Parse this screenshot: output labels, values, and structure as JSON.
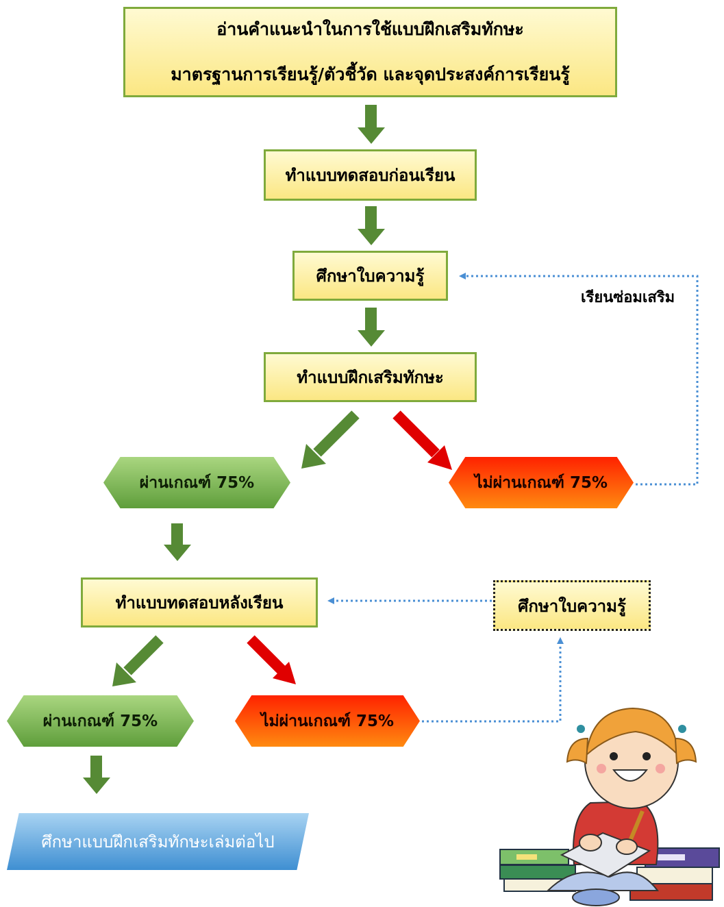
{
  "flow": {
    "top_line1": "อ่านคำแนะนำในการใช้แบบฝึกเสริมทักษะ",
    "top_line2": "มาตรฐานการเรียนรู้/ตัวชี้วัด และจุดประสงค์การเรียนรู้",
    "pretest": "ทำแบบทดสอบก่อนเรียน",
    "study_sheet": "ศึกษาใบความรู้",
    "practice": "ทำแบบฝึกเสริมทักษะ",
    "pass1": "ผ่านเกณฑ์ 75%",
    "fail1": "ไม่ผ่านเกณฑ์ 75%",
    "remedial": "เรียนซ่อมเสริม",
    "posttest": "ทำแบบทดสอบหลังเรียน",
    "study_sheet_again": "ศึกษาใบความรู้",
    "pass2": "ผ่านเกณฑ์ 75%",
    "fail2": "ไม่ผ่านเกณฑ์ 75%",
    "next_book": "ศึกษาแบบฝึกเสริมทักษะเล่มต่อไป"
  },
  "colors": {
    "box_border": "#7faa3c",
    "arrow_green": "#568a35",
    "arrow_red": "#e00000",
    "dotted_blue": "#4a8fd4"
  },
  "illustration": "girl-reading-books"
}
